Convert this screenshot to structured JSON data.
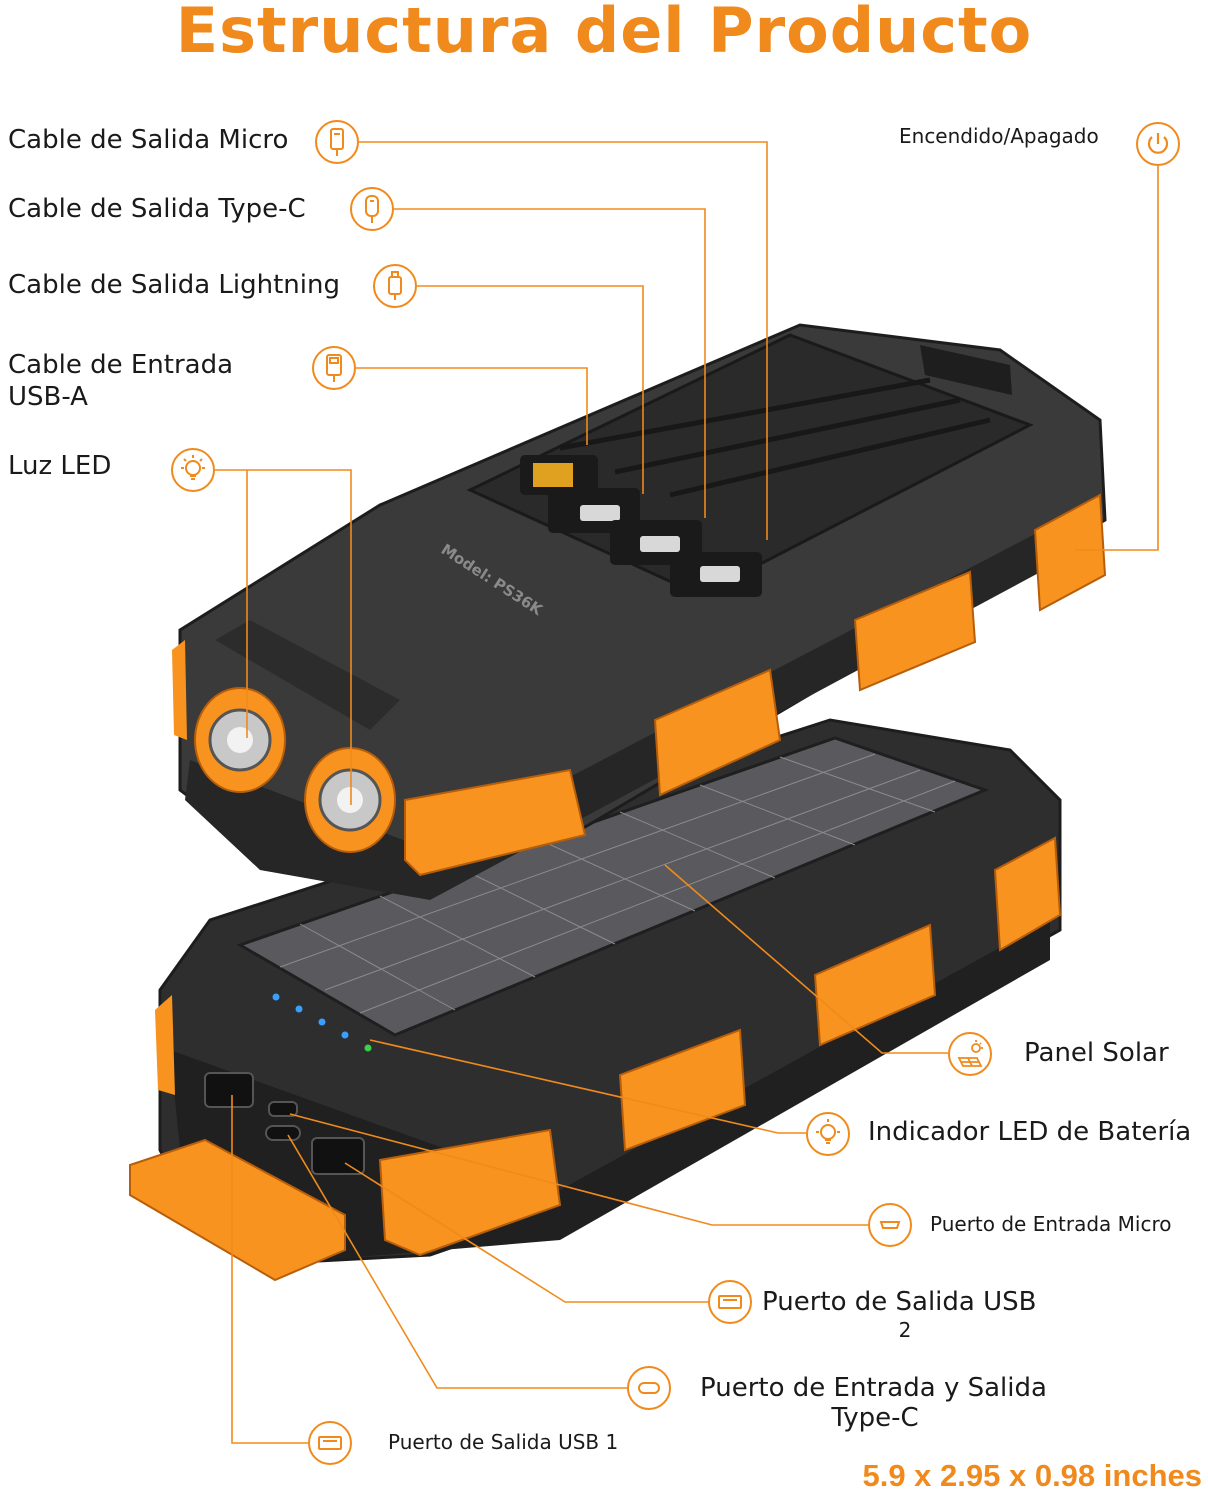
{
  "title": "Estructura del Producto",
  "labels": {
    "cable_micro": "Cable de Salida Micro",
    "cable_typec": "Cable de Salida Type-C",
    "cable_lightning": "Cable de Salida Lightning",
    "cable_usba_line1": "Cable de Entrada",
    "cable_usba_line2": "USB-A",
    "luz_led": "Luz LED",
    "power": "Encendido/Apagado",
    "panel_solar": "Panel Solar",
    "indicador_led": "Indicador LED de Batería",
    "puerto_entrada_micro": "Puerto de Entrada Micro",
    "puerto_usb2_line1": "Puerto de Salida USB",
    "puerto_usb2_line2": "2",
    "puerto_typec_line1": "Puerto de Entrada y Salida",
    "puerto_typec_line2": "Type-C",
    "puerto_usb1": "Puerto de Salida USB 1"
  },
  "device_print": {
    "model": "Model: PS36K"
  },
  "dimensions": "5.9 x 2.95 x 0.98 inches",
  "colors": {
    "accent": "#f08a1c",
    "rubber": "#f7931e",
    "body": "#3a3a3a",
    "body_dark": "#262626",
    "battery_led_blue": "#3aa0ff",
    "battery_led_green": "#3ad04a"
  },
  "icons": [
    "micro-usb-cable-icon",
    "type-c-cable-icon",
    "lightning-cable-icon",
    "usb-a-cable-icon",
    "led-bulb-icon",
    "power-icon",
    "solar-panel-icon",
    "battery-led-icon",
    "micro-port-icon",
    "usb-port-icon",
    "type-c-port-icon"
  ]
}
